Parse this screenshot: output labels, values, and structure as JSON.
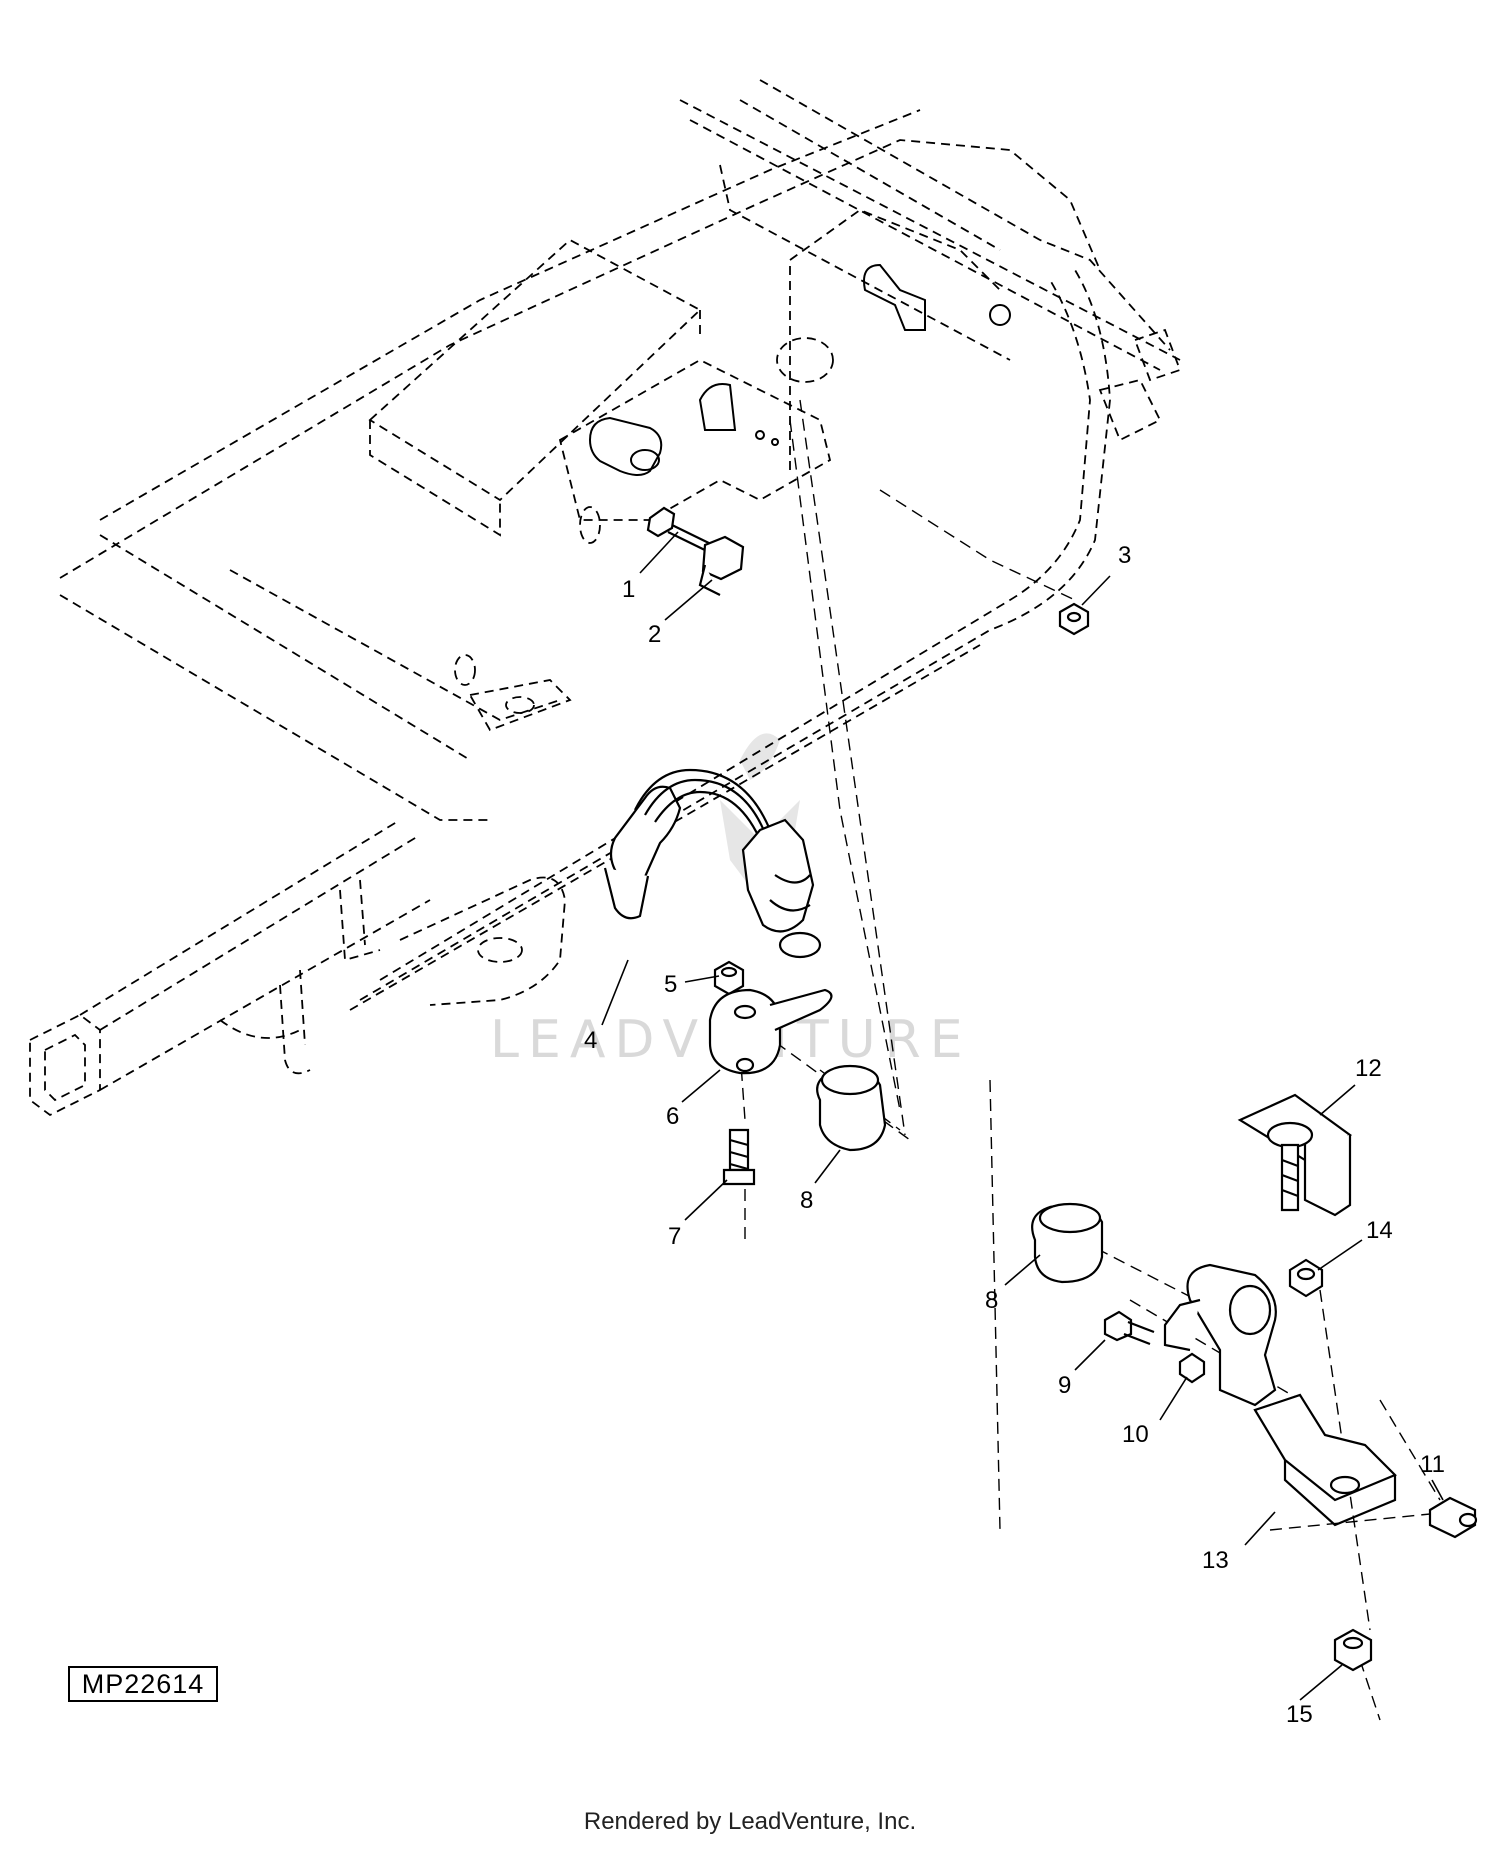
{
  "figure": {
    "reference_code": "MP22614",
    "watermark": "LEADVENTURE",
    "credit": "Rendered by LeadVenture, Inc."
  },
  "callouts": [
    {
      "id": "c1",
      "label": "1"
    },
    {
      "id": "c2",
      "label": "2"
    },
    {
      "id": "c3",
      "label": "3"
    },
    {
      "id": "c4",
      "label": "4"
    },
    {
      "id": "c5",
      "label": "5"
    },
    {
      "id": "c6",
      "label": "6"
    },
    {
      "id": "c7",
      "label": "7"
    },
    {
      "id": "c8a",
      "label": "8"
    },
    {
      "id": "c8b",
      "label": "8"
    },
    {
      "id": "c9",
      "label": "9"
    },
    {
      "id": "c10",
      "label": "10"
    },
    {
      "id": "c11",
      "label": "11"
    },
    {
      "id": "c12",
      "label": "12"
    },
    {
      "id": "c13",
      "label": "13"
    },
    {
      "id": "c14",
      "label": "14"
    },
    {
      "id": "c15",
      "label": "15"
    }
  ],
  "colors": {
    "line": "#000000",
    "watermark": "#d9d9d9",
    "background": "#ffffff"
  }
}
